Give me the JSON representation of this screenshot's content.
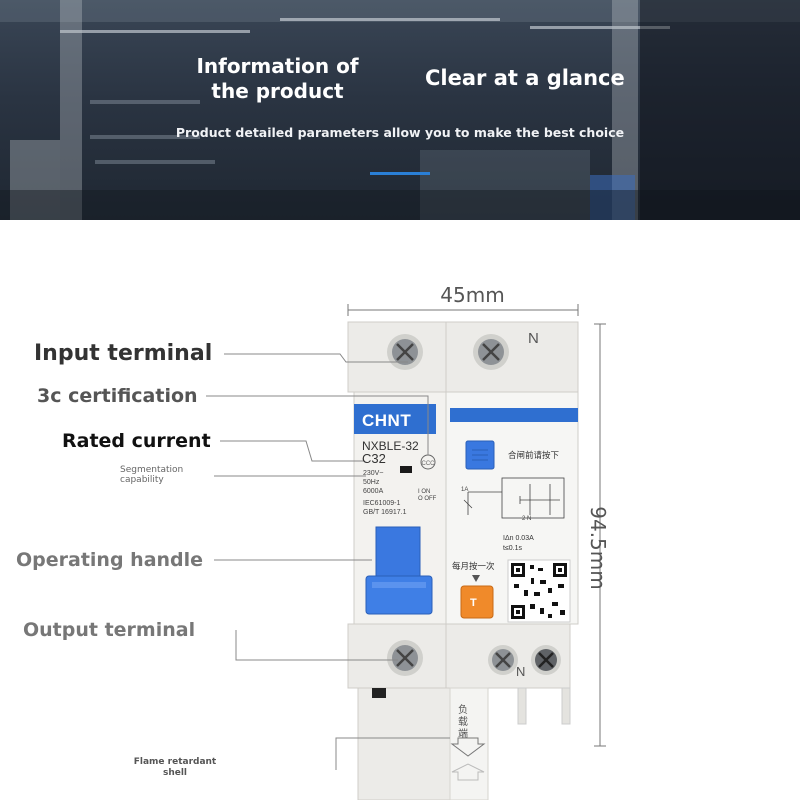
{
  "banner": {
    "title_left_line1": "Information of",
    "title_left_line2": "the product",
    "title_right": "Clear at a glance",
    "subtitle": "Product detailed parameters allow you to make the best choice",
    "accent_color": "#2a7fd6"
  },
  "dimensions": {
    "width": "45mm",
    "height": "94.5mm"
  },
  "callouts": {
    "input_terminal": "Input terminal",
    "certification": "3c certification",
    "rated_current": "Rated current",
    "segmentation_line1": "Segmentation",
    "segmentation_line2": "capability",
    "operating_handle": "Operating handle",
    "output_terminal": "Output terminal",
    "flame_line1": "Flame retardant",
    "flame_line2": "shell"
  },
  "device": {
    "brand": "CHNT",
    "model": "NXBLE-32",
    "rating": "C32",
    "voltage": "230V~",
    "frequency": "50Hz",
    "breaking_capacity": "6000A",
    "standard_1": "IEC61009-1",
    "standard_2": "GB/T 16917.1",
    "on_label": "I ON",
    "off_label": "O OFF",
    "neutral_top": "N",
    "neutral_bottom": "N",
    "close_note": "合闸前请按下",
    "monthly_note": "每月按一次",
    "idn": "IΔn 0.03A",
    "tdn": "t≤0.1s",
    "load_label": "负载端",
    "test_button_label": "T",
    "colors": {
      "brand_blue": "#2f6fd0",
      "handle_blue": "#3a78e0",
      "test_orange": "#f08a2a",
      "body": "#ecebe8"
    }
  }
}
